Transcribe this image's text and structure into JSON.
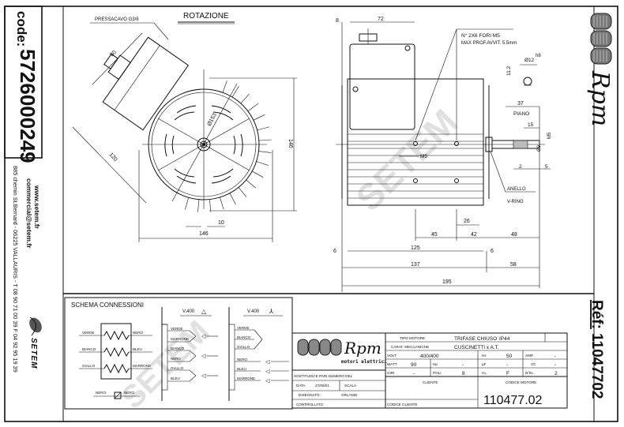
{
  "sidebar_left": {
    "code_label": "code:",
    "code_value": "5726000249",
    "website": "www.setem.fr",
    "email": "commercial@setem.fr",
    "address": "885 chemin St.Bernard  -  06225 VALLAURIS  -  T 08 90 71 00 39  F 04 92 95 19 39",
    "logo_text": "SETEM"
  },
  "sidebar_right": {
    "brand": "Rpm",
    "ref_label": "Réf:",
    "ref_value": "11047702"
  },
  "front_view": {
    "title": "ROTAZIONE",
    "cable_gland": "PRESSACAVO G3/8",
    "dims": {
      "d80": "80",
      "d120": "120",
      "diameter": "Ø153",
      "height": "146",
      "width": "146",
      "foot": "10"
    }
  },
  "side_view": {
    "holes_note_1": "N° 2X6 FORI M5",
    "holes_note_2": "MAX PROF.AVVIT. 5.5mm",
    "shaft_diameter": "Ø12",
    "tolerance": "h8",
    "flat_height": "11.2",
    "flat_label": "PIANO",
    "ring_1": "ANELLO",
    "ring_2": "V-RING",
    "thread": "M5",
    "shaft_thread": "M5",
    "shaft_dia_small": "Ø9",
    "dims": {
      "d8": "8",
      "d72": "72",
      "d37": "37",
      "d15": "15",
      "d2": "2",
      "d5": "5",
      "d26": "26",
      "d45": "45",
      "d42": "42",
      "d48": "48",
      "d6a": "6",
      "d125": "125",
      "d6b": "6",
      "d137": "137",
      "d58": "58",
      "d195": "195"
    }
  },
  "schema": {
    "title": "SCHEMA CONNESSIONI",
    "left_wires": [
      "VERDE",
      "BIANCO",
      "GIALLO"
    ],
    "right_wires": [
      "NERO",
      "BLEU",
      "MARRONE"
    ],
    "thermal_left": "NERO",
    "thermal_right": "NERO",
    "delta_title": "V.400",
    "delta_wires": [
      "VERDE",
      "MARRONE",
      "BIANCO",
      "NERO",
      "GIALLO",
      "BLEU"
    ],
    "star_title": "V.400",
    "star_wires": [
      "VERDE",
      "BIANCO",
      "GIALLO",
      "NERO",
      "BLEU",
      "MARRONE"
    ]
  },
  "title_block": {
    "logo_brand": "Rpm",
    "logo_sub": "motori elettrici",
    "tipo_motore_label": "TIPO MOTORE",
    "tipo_motore_value": "TRIFASE CHIUSO",
    "ip": "IP44",
    "carat_label": "CARAT. MECCANICHE",
    "carat_value": "CUSCINETTI x A.T.",
    "volt_label": "VOLT",
    "volt_value": "400/400",
    "hz_label": "Hz",
    "hz_value": "50",
    "amp_label": "AMP.",
    "amp_value": "-",
    "watt_label": "WATT",
    "watt_value": "90",
    "hp_label": "Hp",
    "hp_value": "-",
    "uf_label": "µF",
    "uf_value": "-",
    "vc_label": "VC",
    "vc_value": "-",
    "giri_label": "GIRI",
    "giri_value": "-",
    "poli_label": "POLI",
    "poli_value": "8",
    "cl_label": "CL.",
    "cl_value": "F",
    "nel_label": "N°EL.",
    "nel_value": "2",
    "sostituisce_label": "SOSTITUISCE PARI NUMERO DEL",
    "data_label": "DATA",
    "data_value": "27/08/01",
    "scala_label": "SCALA",
    "disegnato_label": "DISEGNATO",
    "disegnato_value": "ORLANDI",
    "controllato_label": "CONTROLLATO",
    "cliente_label": "CLIENTE",
    "codice_cliente_label": "CODICE CLIENTE",
    "codice_motore_label": "CODICE MOTORE",
    "codice_motore_value": "110477.02"
  }
}
